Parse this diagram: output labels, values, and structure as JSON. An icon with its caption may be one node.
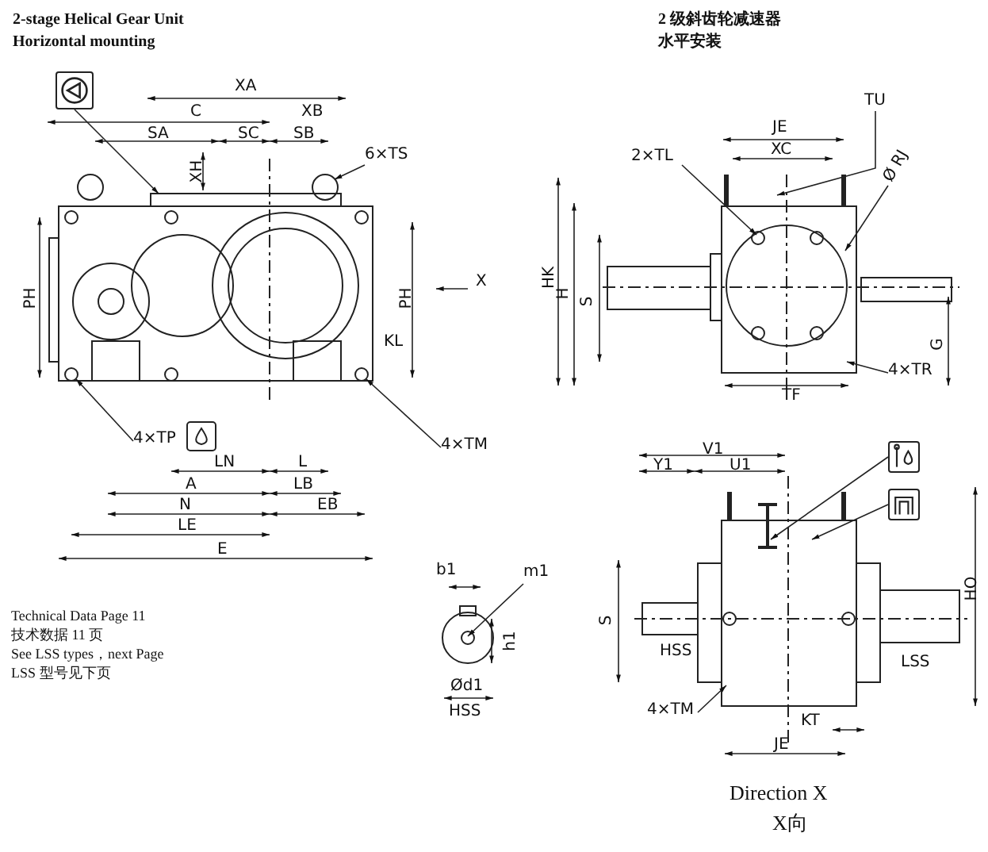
{
  "diagram": {
    "nodes": [
      {
        "text": [],
        "shape": "picture"
      },
      {
        "text": [
          "6×TS"
        ]
      },
      {
        "text": [
          "4×TP"
        ]
      },
      {
        "text": [
          "4×TM"
        ]
      },
      {
        "text": [
          "2×TL"
        ]
      },
      {
        "text": [
          "TU"
        ]
      },
      {
        "text": [
          "Ø RJ"
        ]
      },
      {
        "text": [
          "4×TR"
        ]
      },
      {
        "text": [
          "m1"
        ]
      },
      {
        "text": [],
        "shape": "picture"
      },
      {
        "text": [],
        "shape": "picture"
      },
      {
        "text": [
          "4×TM"
        ]
      },
      {
        "text": [],
        "shape": "box"
      },
      {
        "text": [],
        "shape": "circle"
      },
      {
        "text": [],
        "shape": "circle"
      },
      {
        "text": [],
        "shape": "circle"
      }
    ],
    "edges": [
      {
        "from": 0,
        "to": 12,
        "arrow": "to"
      },
      {
        "from": 1,
        "to": 13,
        "arrow": "to"
      },
      {
        "from": 2,
        "to": 14,
        "arrow": "to"
      },
      {
        "from": 3,
        "to": 15,
        "arrow": "to"
      },
      {
        "from": 4,
        "to": null,
        "arrow": "to"
      },
      {
        "from": 5,
        "to": null,
        "arrow": "to"
      },
      {
        "from": 6,
        "to": null,
        "arrow": "to"
      },
      {
        "from": 7,
        "to": null,
        "arrow": "to"
      },
      {
        "from": 8,
        "to": null,
        "arrow": "to"
      },
      {
        "from": 9,
        "to": null,
        "arrow": "to"
      },
      {
        "from": 10,
        "to": null,
        "arrow": "to"
      },
      {
        "from": 11,
        "to": null,
        "arrow": "to"
      }
    ],
    "labels": [
      "2-stage Helical Gear Unit",
      "Horizontal mounting",
      "2 级斜齿轮减速器",
      "水平安装",
      "XA",
      "C",
      "XB",
      "SA",
      "SC",
      "SB",
      "XH",
      "PH",
      "PH",
      "X",
      "KL",
      "LN",
      "L",
      "A",
      "LB",
      "N",
      "EB",
      "LE",
      "E",
      "JE",
      "XC",
      "HK",
      "H",
      "S",
      "G",
      "TF",
      "Technical Data Page  11",
      "技术数据  11 页",
      "See LSS types，next Page",
      "LSS 型号见下页",
      "b1",
      "h1",
      "Ød1",
      "HSS",
      "V1",
      "Y1",
      "U1",
      "S",
      "HSS",
      "HO",
      "LSS",
      "KT",
      "JE",
      "Direction  X",
      "X向"
    ]
  }
}
